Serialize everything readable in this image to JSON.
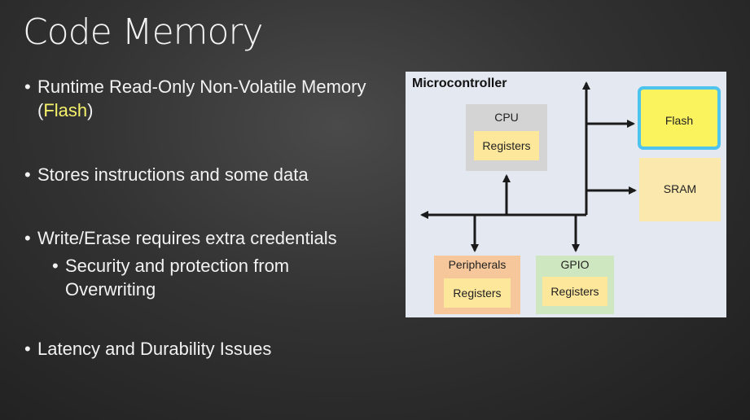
{
  "slide": {
    "title": "Code Memory",
    "bullets": [
      {
        "pre": "Runtime Read-Only Non-Volatile Memory (",
        "highlight": "Flash",
        "post": ")"
      },
      {
        "text": "Stores instructions and some data"
      },
      {
        "text": "Write/Erase requires extra credentials"
      },
      {
        "text": "Security and protection from Overwriting"
      },
      {
        "text": "Latency and Durability Issues"
      }
    ],
    "bullet_glyph": "•",
    "highlight_color": "#f6f26b"
  },
  "diagram": {
    "title": "Microcontroller",
    "cpu": {
      "label": "CPU",
      "registers": "Registers"
    },
    "peripherals": {
      "label": "Peripherals",
      "registers": "Registers"
    },
    "gpio": {
      "label": "GPIO",
      "registers": "Registers"
    },
    "flash": {
      "label": "Flash"
    },
    "sram": {
      "label": "SRAM"
    },
    "colors": {
      "background": "#e4e9f1",
      "cpu": "#d4d4d4",
      "registers": "#fde79a",
      "peripherals": "#f6c79b",
      "gpio": "#cfe7c1",
      "flash": "#fbf35d",
      "flash_border": "#4ec3ee",
      "sram": "#fbe8ac",
      "bus": "#1a1a1a"
    }
  }
}
